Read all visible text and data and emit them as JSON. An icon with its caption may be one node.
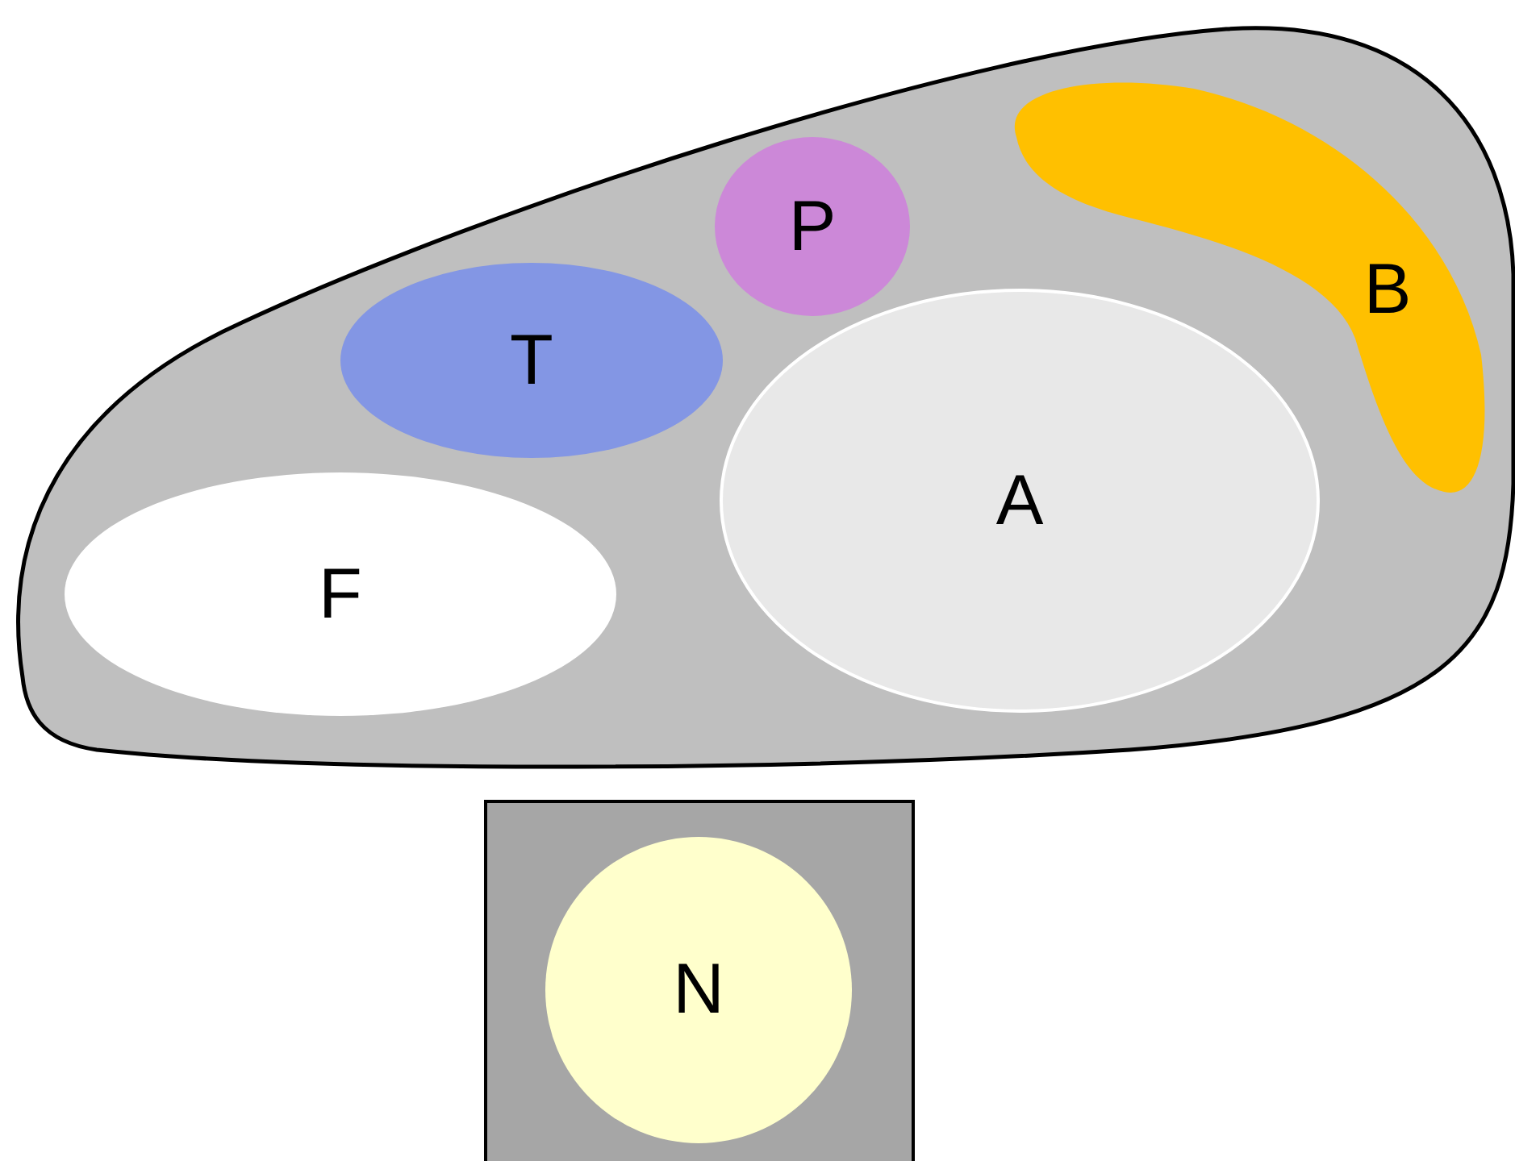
{
  "diagram": {
    "nodes": [
      {
        "text": [],
        "shape": "blob"
      },
      {
        "text": [
          "P"
        ],
        "in": 0
      },
      {
        "text": [
          "B"
        ],
        "in": 0
      },
      {
        "text": [
          "T"
        ],
        "in": 0
      },
      {
        "text": [
          "A"
        ],
        "in": 0
      },
      {
        "text": [
          "F"
        ],
        "in": 0
      },
      {
        "text": [],
        "shape": "box"
      },
      {
        "text": [
          "N"
        ],
        "in": 6
      }
    ]
  }
}
